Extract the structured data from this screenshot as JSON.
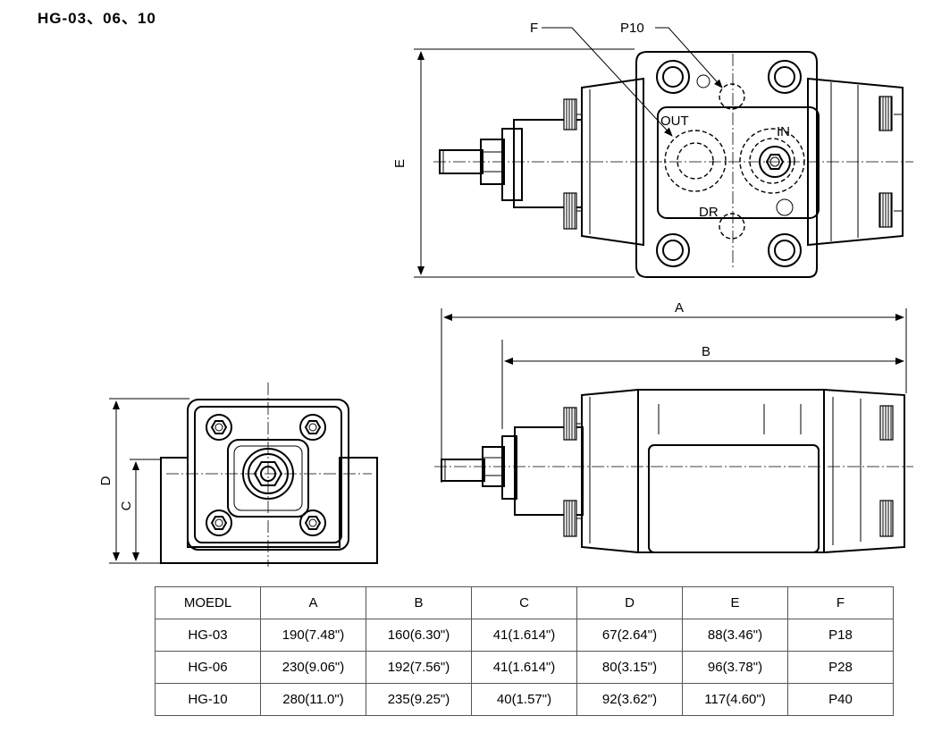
{
  "title": "HG-03、06、10",
  "labels": {
    "A": "A",
    "B": "B",
    "C": "C",
    "D": "D",
    "E": "E",
    "F": "F",
    "P10": "P10",
    "OUT": "OUT",
    "IN": "IN",
    "DR": "DR"
  },
  "table": {
    "header": [
      "MOEDL",
      "A",
      "B",
      "C",
      "D",
      "E",
      "F"
    ],
    "rows": [
      [
        "HG-03",
        "190(7.48\")",
        "160(6.30\")",
        "41(1.614\")",
        "67(2.64\")",
        "88(3.46\")",
        "P18"
      ],
      [
        "HG-06",
        "230(9.06\")",
        "192(7.56\")",
        "41(1.614\")",
        "80(3.15\")",
        "96(3.78\")",
        "P28"
      ],
      [
        "HG-10",
        "280(11.0\")",
        "235(9.25\")",
        "40(1.57\")",
        "92(3.62\")",
        "117(4.60\")",
        "P40"
      ]
    ]
  },
  "icons": [
    "arrow-head-icon",
    "hex-socket-icon",
    "knurled-cap-icon"
  ]
}
